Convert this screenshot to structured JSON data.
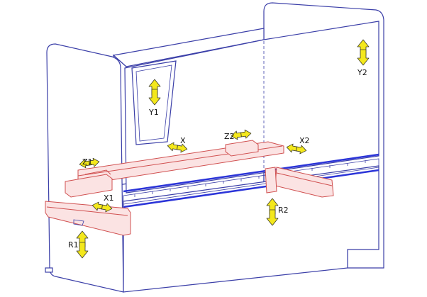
{
  "axes": {
    "y1": "Y1",
    "y2": "Y2",
    "x": "X",
    "x1": "X1",
    "x2": "X2",
    "z1": "Z1",
    "z2": "Z2",
    "r1": "R1",
    "r2": "R2"
  },
  "colors": {
    "outline": "#3b3fa8",
    "back_gauge": "#d05050",
    "arrow_fill": "#f4e81c",
    "bed_band": "#2b34d8"
  }
}
